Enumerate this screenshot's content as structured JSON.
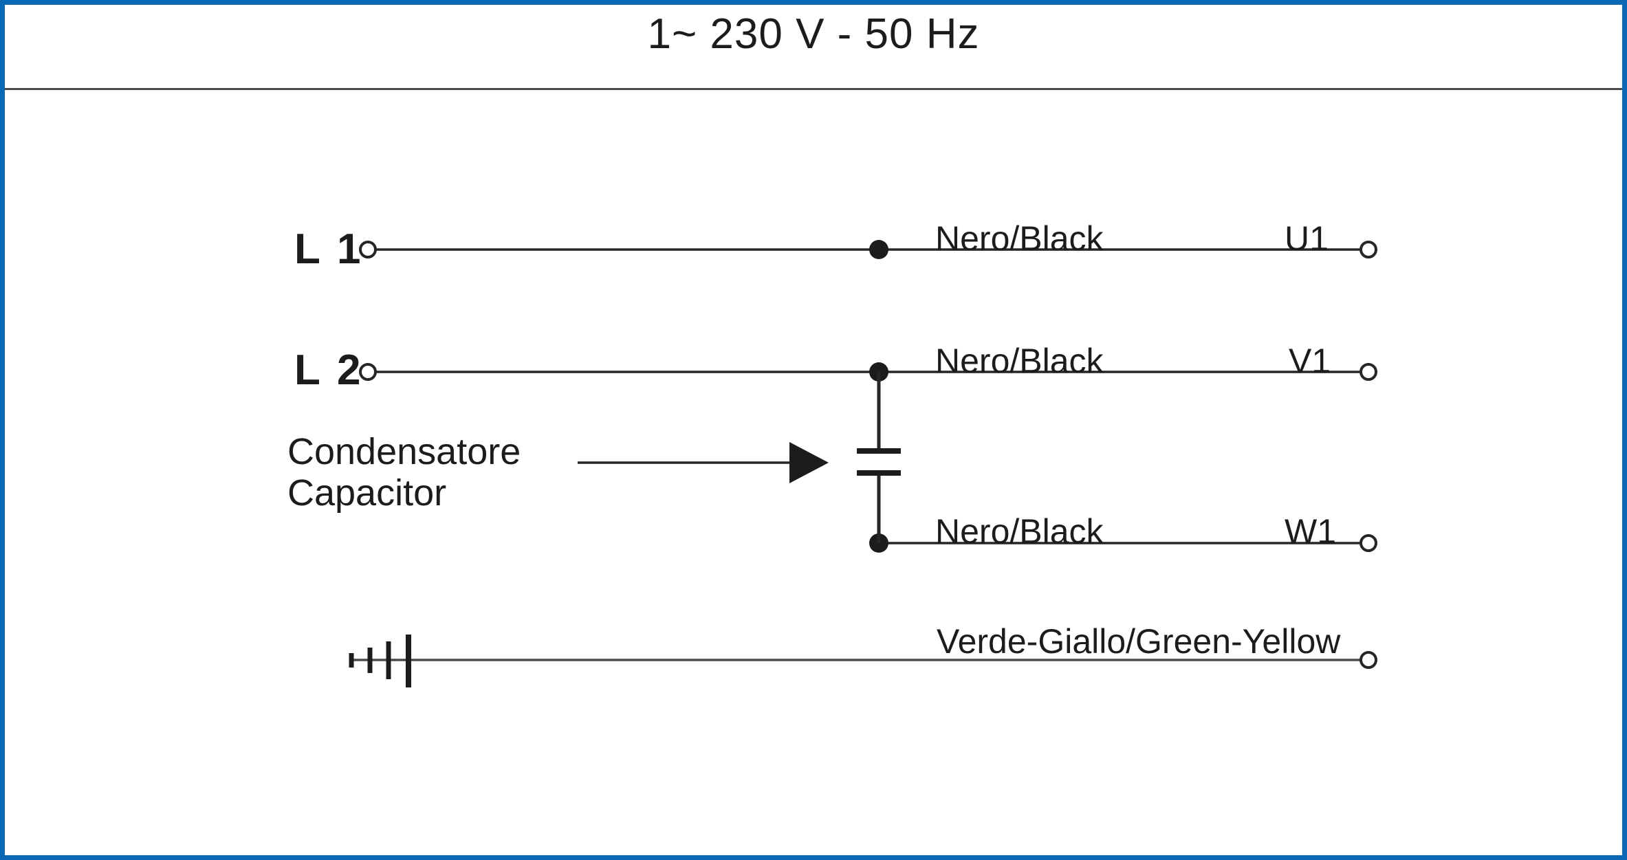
{
  "title": "1~ 230 V - 50 Hz",
  "colors": {
    "frame": "#0b68b4",
    "rule": "#4a4a4a",
    "wire": "#262626",
    "text": "#1c1c1c"
  },
  "phases": [
    {
      "label": "L 1"
    },
    {
      "label": "L 2"
    }
  ],
  "circuits": [
    {
      "phase": "L 1",
      "wire_color_label": "Nero/Black",
      "terminal_label": "U1"
    },
    {
      "phase": "L 2",
      "wire_color_label": "Nero/Black",
      "terminal_label": "V1"
    },
    {
      "phase": "",
      "wire_color_label": "Nero/Black",
      "terminal_label": "W1"
    }
  ],
  "earth": {
    "wire_color_label": "Verde-Giallo/Green-Yellow",
    "symbol": "earth-ground-symbol"
  },
  "capacitor": {
    "label_it": "Condensatore",
    "label_en": "Capacitor",
    "symbol": "capacitor-symbol",
    "pointer": "arrow-right-icon"
  }
}
